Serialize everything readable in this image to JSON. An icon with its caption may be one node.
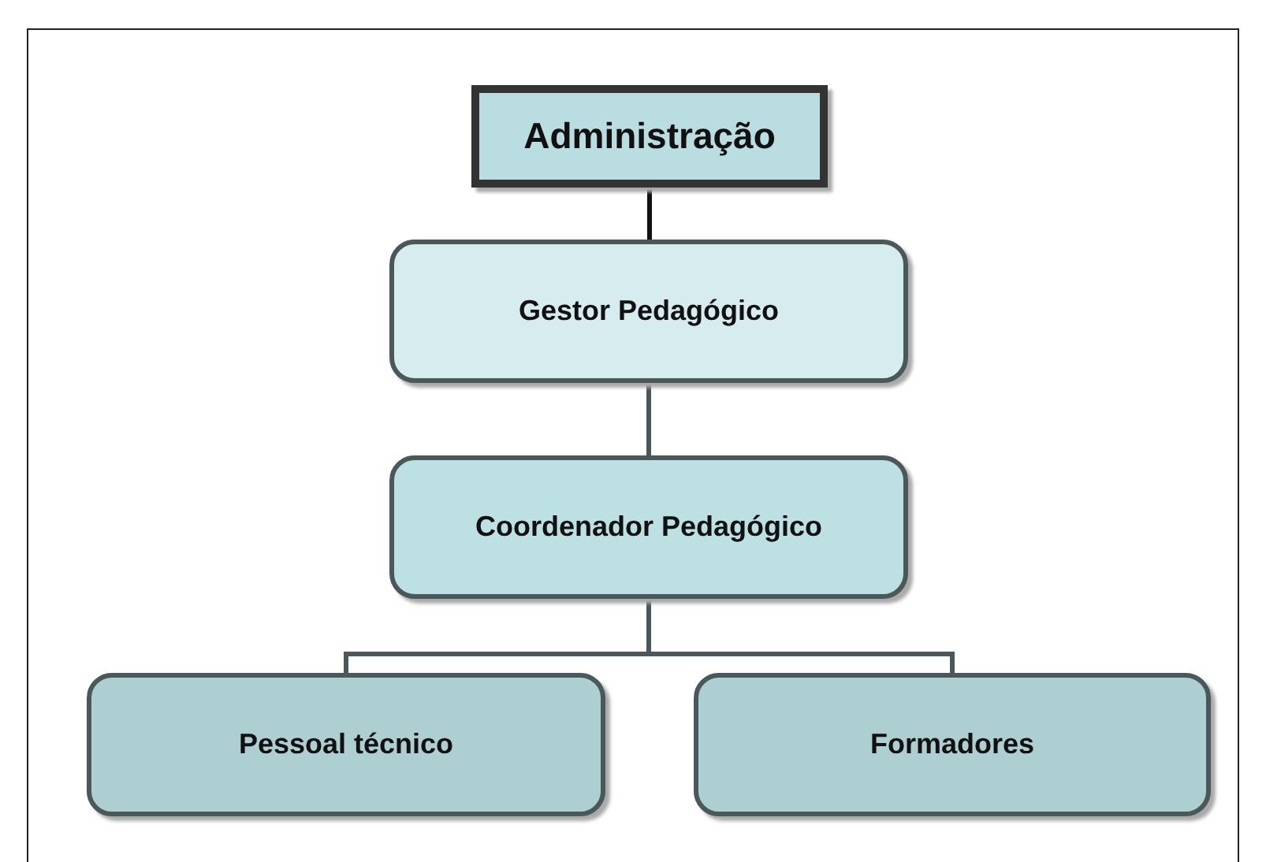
{
  "diagram": {
    "nodes": [
      {
        "text": [
          "Administração"
        ]
      },
      {
        "text": [
          "Gestor Pedagógico"
        ]
      },
      {
        "text": [
          "Coordenador Pedagógico"
        ]
      },
      {
        "text": [
          "Pessoal técnico"
        ]
      },
      {
        "text": [
          "Formadores"
        ]
      }
    ],
    "edges": [
      {
        "from": 0,
        "to": 1,
        "arrow": "none",
        "color": "#111111"
      },
      {
        "from": 1,
        "to": 2,
        "arrow": "none"
      },
      {
        "from": 2,
        "to": 3,
        "arrow": "none"
      },
      {
        "from": 2,
        "to": 4,
        "arrow": "none"
      }
    ]
  }
}
